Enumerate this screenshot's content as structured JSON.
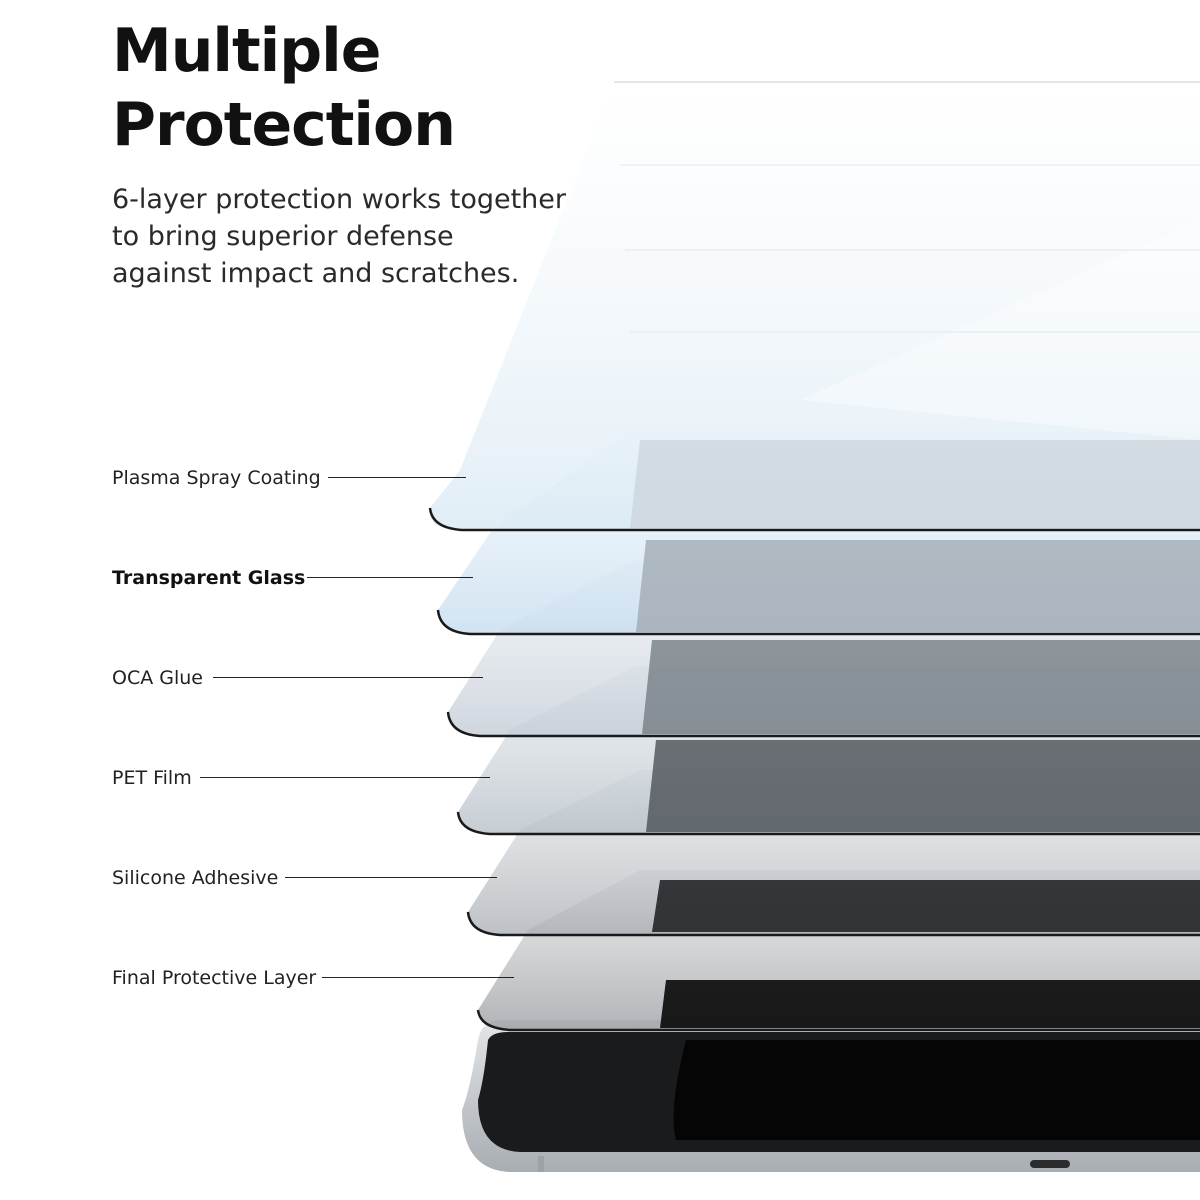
{
  "headline": {
    "line1": "Multiple",
    "line2": "Protection"
  },
  "subhead": {
    "line1": "6-layer protection works together",
    "line2": "to bring superior defense",
    "line3": "against impact and scratches."
  },
  "layers": [
    {
      "label": "Plasma Spray Coating",
      "emphasis": false
    },
    {
      "label": "Transparent Glass",
      "emphasis": true
    },
    {
      "label": "OCA Glue",
      "emphasis": false
    },
    {
      "label": "PET Film",
      "emphasis": false
    },
    {
      "label": "Silicone Adhesive",
      "emphasis": false
    },
    {
      "label": "Final Protective Layer",
      "emphasis": false
    }
  ],
  "colors": {
    "text": "#111111",
    "leader_line": "#222222",
    "device_frame": "#c9ccd0"
  }
}
